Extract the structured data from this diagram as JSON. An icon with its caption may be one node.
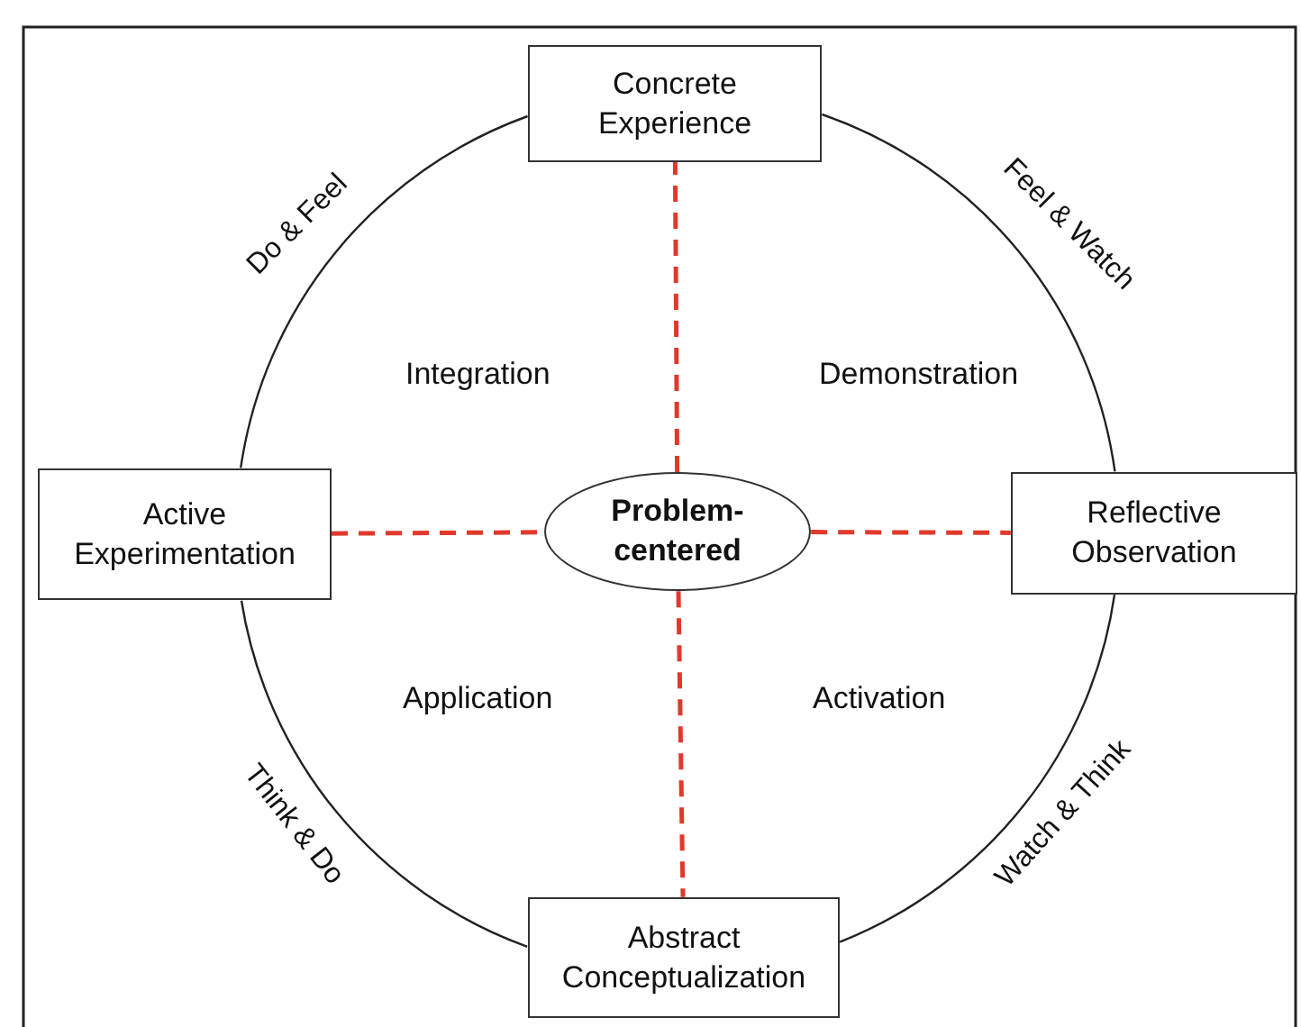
{
  "diagram": {
    "nodes": [
      {
        "text": [
          "Concrete Experience"
        ]
      },
      {
        "text": [
          "Active Experimentation"
        ]
      },
      {
        "text": [
          "Problem-centered"
        ]
      },
      {
        "text": [
          "Reflective Observation"
        ]
      },
      {
        "text": [
          "Abstract Conceptualization"
        ]
      }
    ],
    "edges": [
      {
        "from": 0,
        "to": 3,
        "arrow": "none",
        "label": "Feel & Watch"
      },
      {
        "from": 3,
        "to": 4,
        "arrow": "none",
        "label": "Watch & Think"
      },
      {
        "from": 4,
        "to": 1,
        "arrow": "none",
        "label": "Think & Do"
      },
      {
        "from": 1,
        "to": 0,
        "arrow": "none",
        "label": "Do & Feel"
      },
      {
        "from": 2,
        "to": 0,
        "arrow": "none",
        "style": "dashed",
        "color": "#e0392b"
      },
      {
        "from": 1,
        "to": 2,
        "arrow": "none",
        "style": "dashed",
        "color": "#e0392b"
      },
      {
        "from": 2,
        "to": 3,
        "arrow": "none",
        "style": "dashed",
        "color": "#e0392b"
      },
      {
        "from": 2,
        "to": 4,
        "arrow": "none",
        "style": "dashed",
        "color": "#e0392b"
      }
    ],
    "labels": [
      "Integration",
      "Demonstration",
      "Application",
      "Activation"
    ]
  }
}
